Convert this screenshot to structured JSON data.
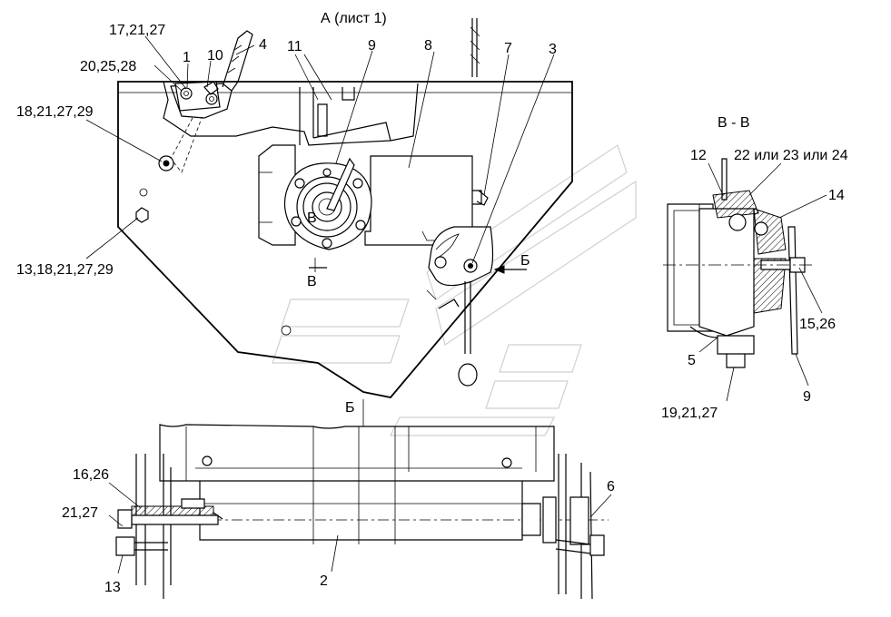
{
  "view_a": {
    "title": "А (лист 1)",
    "callouts": [
      {
        "id": "c-17-21-27",
        "text": "17,21,27"
      },
      {
        "id": "c-20-25-28",
        "text": "20,25,28"
      },
      {
        "id": "c-1",
        "text": "1"
      },
      {
        "id": "c-10",
        "text": "10"
      },
      {
        "id": "c-4",
        "text": "4"
      },
      {
        "id": "c-11",
        "text": "11"
      },
      {
        "id": "c-9",
        "text": "9"
      },
      {
        "id": "c-8",
        "text": "8"
      },
      {
        "id": "c-7",
        "text": "7"
      },
      {
        "id": "c-3",
        "text": "3"
      },
      {
        "id": "c-18-21-27-29",
        "text": "18,21,27,29"
      },
      {
        "id": "c-13-18-21-27-29",
        "text": "13,18,21,27,29"
      }
    ],
    "section_marks": {
      "v_upper": "В",
      "v_lower": "В",
      "b_right": "Б",
      "b_lower": "Б"
    }
  },
  "section_vv": {
    "title": "В - В",
    "callouts": [
      {
        "id": "c-12",
        "text": "12"
      },
      {
        "id": "c-22-23-24",
        "text": "22 или 23 или 24"
      },
      {
        "id": "c-14",
        "text": "14"
      },
      {
        "id": "c-15-26",
        "text": "15,26"
      },
      {
        "id": "c-5",
        "text": "5"
      },
      {
        "id": "c-9b",
        "text": "9"
      },
      {
        "id": "c-19-21-27",
        "text": "19,21,27"
      }
    ]
  },
  "view_b": {
    "callouts": [
      {
        "id": "c-16-26",
        "text": "16,26"
      },
      {
        "id": "c-21-27",
        "text": "21,27"
      },
      {
        "id": "c-13",
        "text": "13"
      },
      {
        "id": "c-2",
        "text": "2"
      },
      {
        "id": "c-6",
        "text": "6"
      }
    ]
  }
}
